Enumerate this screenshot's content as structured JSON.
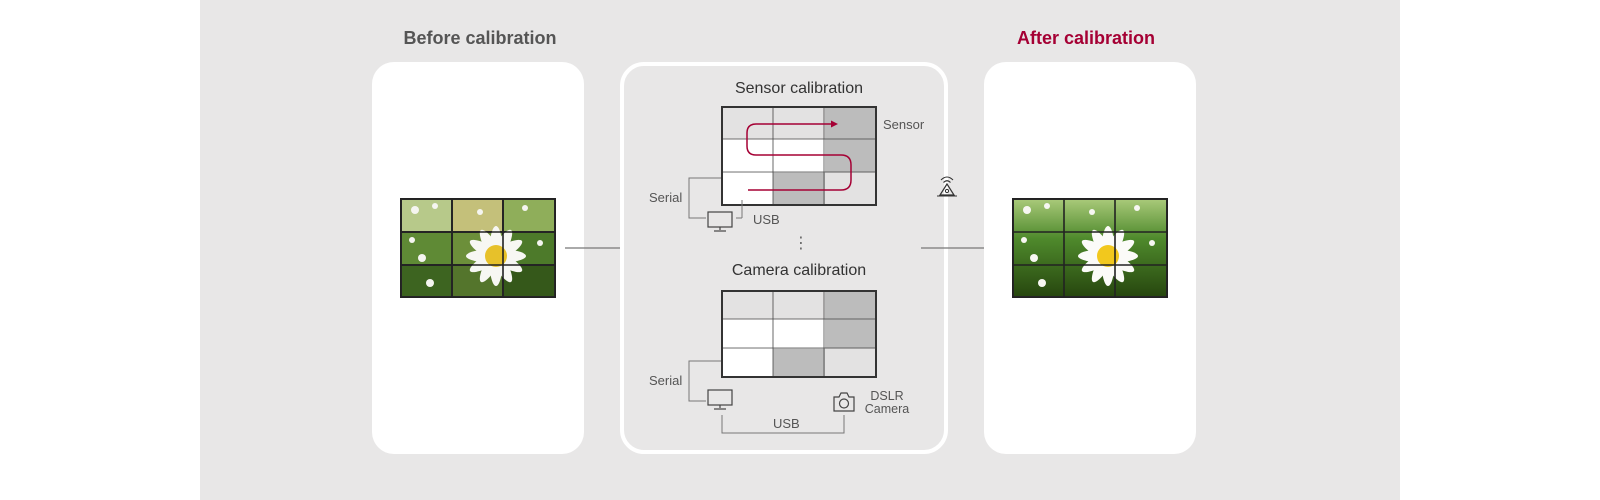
{
  "before": {
    "title": "Before calibration"
  },
  "after": {
    "title": "After calibration"
  },
  "sensor_section": {
    "title": "Sensor calibration",
    "sensor_label": "Sensor",
    "serial_label": "Serial",
    "usb_label": "USB",
    "grid_cells": [
      [
        "light",
        "light",
        "dark"
      ],
      [
        "white",
        "white",
        "dark"
      ],
      [
        "white",
        "dark",
        "light"
      ]
    ]
  },
  "ellipsis": "⋮",
  "camera_section": {
    "title": "Camera calibration",
    "serial_label": "Serial",
    "usb_label": "USB",
    "camera_label_line1": "DSLR",
    "camera_label_line2": "Camera",
    "grid_cells": [
      [
        "light",
        "light",
        "dark"
      ],
      [
        "white",
        "white",
        "dark"
      ],
      [
        "white",
        "dark",
        "light"
      ]
    ]
  },
  "colors": {
    "accent": "#a50034",
    "background": "#e8e7e7",
    "cell_white": "#ffffff",
    "cell_light": "#e3e2e2",
    "cell_dark": "#bcbcbc"
  }
}
